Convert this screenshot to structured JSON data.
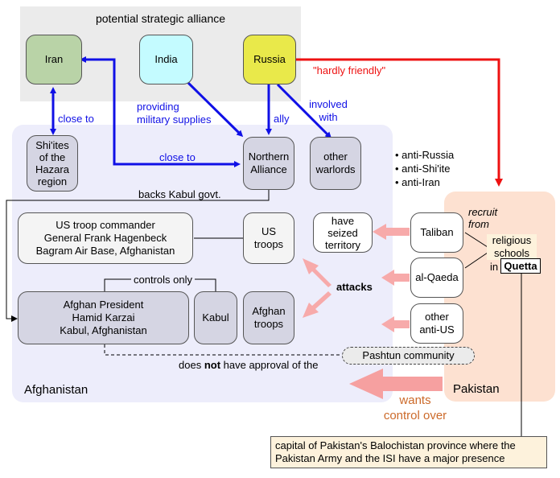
{
  "colors": {
    "alliance_bg": "#ebebeb",
    "afghanistan_bg": "#ededfb",
    "pakistan_bg": "#fde1d1",
    "iran": "#b9d3a7",
    "india": "#c4fbff",
    "russia": "#e9e94a",
    "node_purple": "#d5d5e3",
    "node_light": "#f4f4f4",
    "blue_arrow": "#1010e6",
    "red_arrow": "#ee1111",
    "pink_arrow": "#f7aaaa",
    "note_bg": "#fdf2dc",
    "wants_text": "#cc6a2a"
  },
  "regions": {
    "alliance": "potential strategic alliance",
    "afghanistan": "Afghanistan",
    "pakistan": "Pakistan"
  },
  "nodes": {
    "iran": "Iran",
    "india": "India",
    "russia": "Russia",
    "hazara": [
      "Shi'ites",
      "of the",
      "Hazara",
      "region"
    ],
    "northern_alliance": [
      "Northern",
      "Alliance"
    ],
    "other_warlords": [
      "other",
      "warlords"
    ],
    "us_commander": [
      "US troop commander",
      "General Frank Hagenbeck",
      "Bagram Air Base, Afghanistan"
    ],
    "us_troops": [
      "US",
      "troops"
    ],
    "karzai": [
      "Afghan President",
      "Hamid Karzai",
      "Kabul, Afghanistan"
    ],
    "kabul": "Kabul",
    "afghan_troops": [
      "Afghan",
      "troops"
    ],
    "seized": [
      "have",
      "seized",
      "territory"
    ],
    "taliban": "Taliban",
    "alqaeda": "al-Qaeda",
    "other_antius": [
      "other",
      "anti-US"
    ],
    "pashtun": "Pashtun community",
    "schools": [
      "religious",
      "schools",
      "in"
    ],
    "quetta": "Quetta",
    "quetta_note": "capital of Pakistan's Balochistan province where the Pakistan Army and the ISI have a major presence"
  },
  "labels": {
    "close_to_1": "close to",
    "close_to_2": "close to",
    "military_supplies": [
      "providing",
      "military supplies"
    ],
    "ally": "ally",
    "involved_with": [
      "involved",
      "with"
    ],
    "hardly_friendly": "\"hardly friendly\"",
    "taliban_bullets": [
      "• anti-Russia",
      "• anti-Shi'ite",
      "• anti-Iran"
    ],
    "backs_kabul": "backs Kabul govt.",
    "controls_only": "controls only",
    "attacks": "attacks",
    "recruit_from": [
      "recruit",
      "from"
    ],
    "approval_pre": "does ",
    "approval_bold": "not",
    "approval_post": " have approval of the",
    "wants_control": [
      "wants",
      "control over"
    ]
  }
}
